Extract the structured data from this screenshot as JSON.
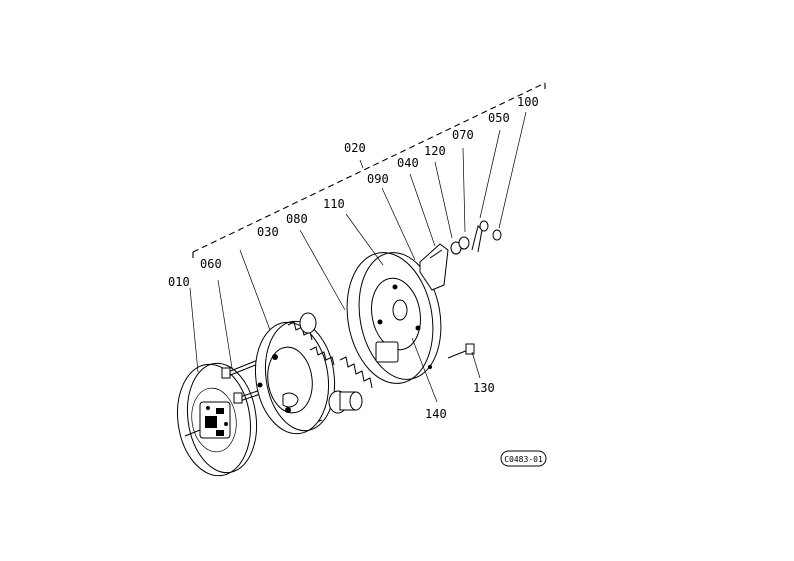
{
  "diagram": {
    "part_labels": [
      "010",
      "060",
      "030",
      "080",
      "110",
      "020",
      "090",
      "040",
      "120",
      "070",
      "050",
      "100",
      "130",
      "140"
    ],
    "reference_code": "C0483-01"
  }
}
